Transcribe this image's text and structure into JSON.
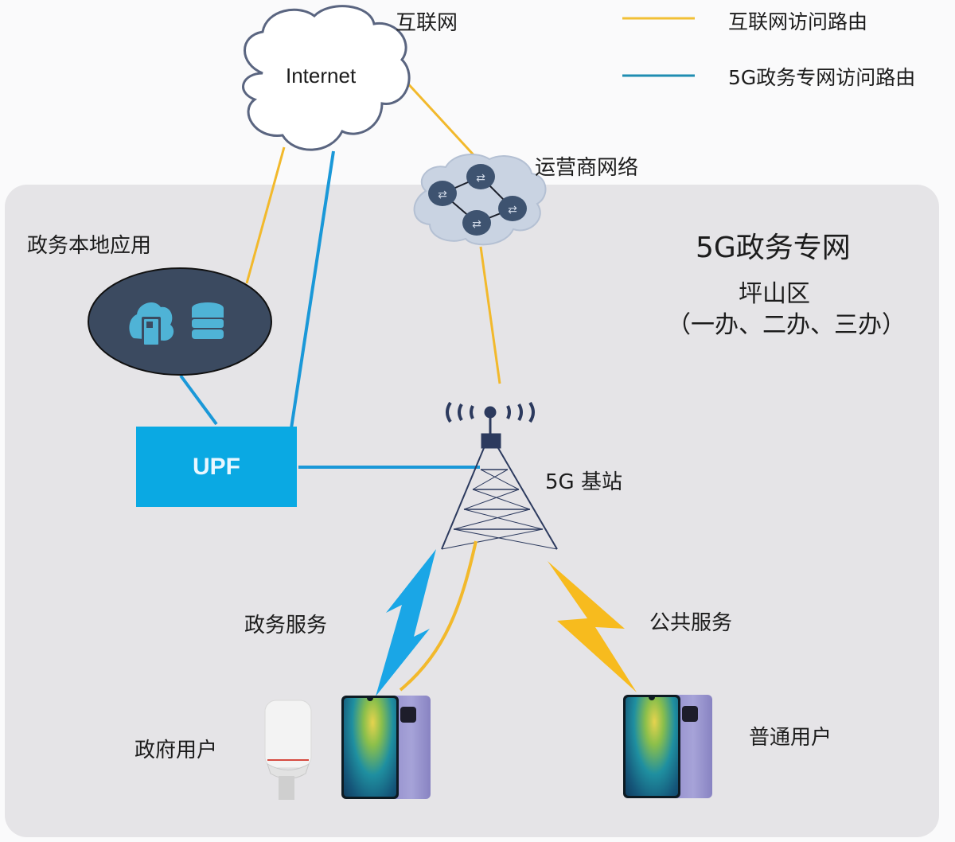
{
  "legend": [
    {
      "label": "互联网访问路由",
      "color": "#f2b92c"
    },
    {
      "label": "5G政务专网访问路由",
      "color": "#1f95c0"
    }
  ],
  "colors": {
    "internet_route": "#f2b92c",
    "private_route": "#1f95c0",
    "upf": "#0aa9e3",
    "zone_bg": "#e5e4e7",
    "app_ellipse": "#3b4a60",
    "app_icon": "#4fb3d6"
  },
  "nodes": {
    "internet_cloud": {
      "label": "Internet",
      "caption": "互联网"
    },
    "carrier_network": {
      "caption": "运营商网络"
    },
    "local_app": {
      "caption": "政务本地应用",
      "icons": [
        "cloud-app-icon",
        "database-icon"
      ]
    },
    "upf": {
      "label": "UPF"
    },
    "base_station": {
      "caption": "5G 基站"
    },
    "gov_users": {
      "caption": "政府用户",
      "devices": [
        "cpe-terminal",
        "smartphone"
      ]
    },
    "public_users": {
      "caption": "普通用户",
      "devices": [
        "smartphone"
      ]
    }
  },
  "zone": {
    "title": "5G政务专网",
    "district": "坪山区",
    "offices": "（一办、二办、三办）"
  },
  "links": {
    "gov_service": "政务服务",
    "public_service": "公共服务"
  }
}
